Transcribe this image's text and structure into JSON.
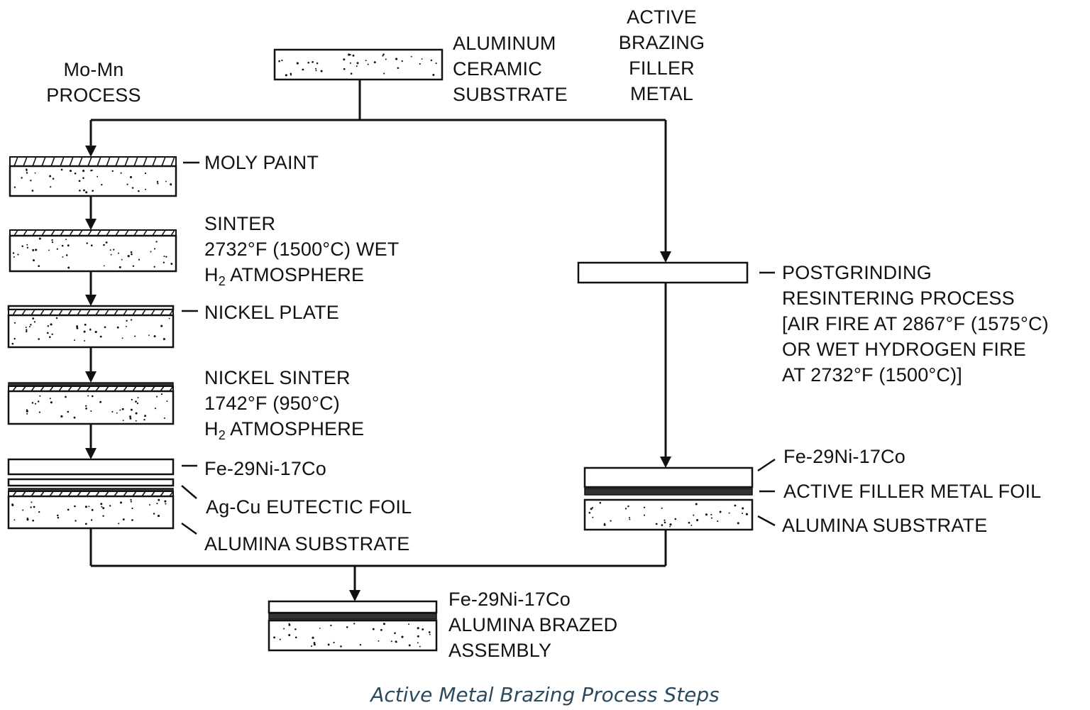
{
  "headings": {
    "mo_mn": [
      "Mo-Mn",
      "PROCESS"
    ],
    "substrate": [
      "ALUMINUM",
      "CERAMIC",
      "SUBSTRATE"
    ],
    "active": [
      "ACTIVE",
      "BRAZING",
      "FILLER",
      "METAL"
    ]
  },
  "left_steps": {
    "moly_paint": "MOLY PAINT",
    "sinter": [
      "SINTER",
      "2732°F (1500°C) WET",
      "ATMOSPHERE"
    ],
    "nickel_plate": "NICKEL PLATE",
    "nickel_sinter": [
      "NICKEL SINTER",
      "1742°F (950°C)",
      "ATMOSPHERE"
    ],
    "h2_element": "H",
    "h2_subscript": "2",
    "layers": [
      "Fe-29Ni-17Co",
      "Ag-Cu EUTECTIC FOIL",
      "ALUMINA SUBSTRATE"
    ]
  },
  "right_steps": {
    "postgrinding": [
      "POSTGRINDING",
      "RESINTERING PROCESS",
      "[AIR FIRE AT 2867°F (1575°C)",
      "OR WET HYDROGEN FIRE",
      "AT 2732°F (1500°C)]"
    ],
    "layers": [
      "Fe-29Ni-17Co",
      "ACTIVE FILLER METAL FOIL",
      "ALUMINA SUBSTRATE"
    ]
  },
  "final": [
    "Fe-29Ni-17Co",
    "ALUMINA BRAZED",
    "ASSEMBLY"
  ],
  "caption": "Active Metal Brazing Process Steps",
  "colors": {
    "ink": "#111111",
    "caption": "#2c4a5e",
    "background": "#ffffff"
  }
}
